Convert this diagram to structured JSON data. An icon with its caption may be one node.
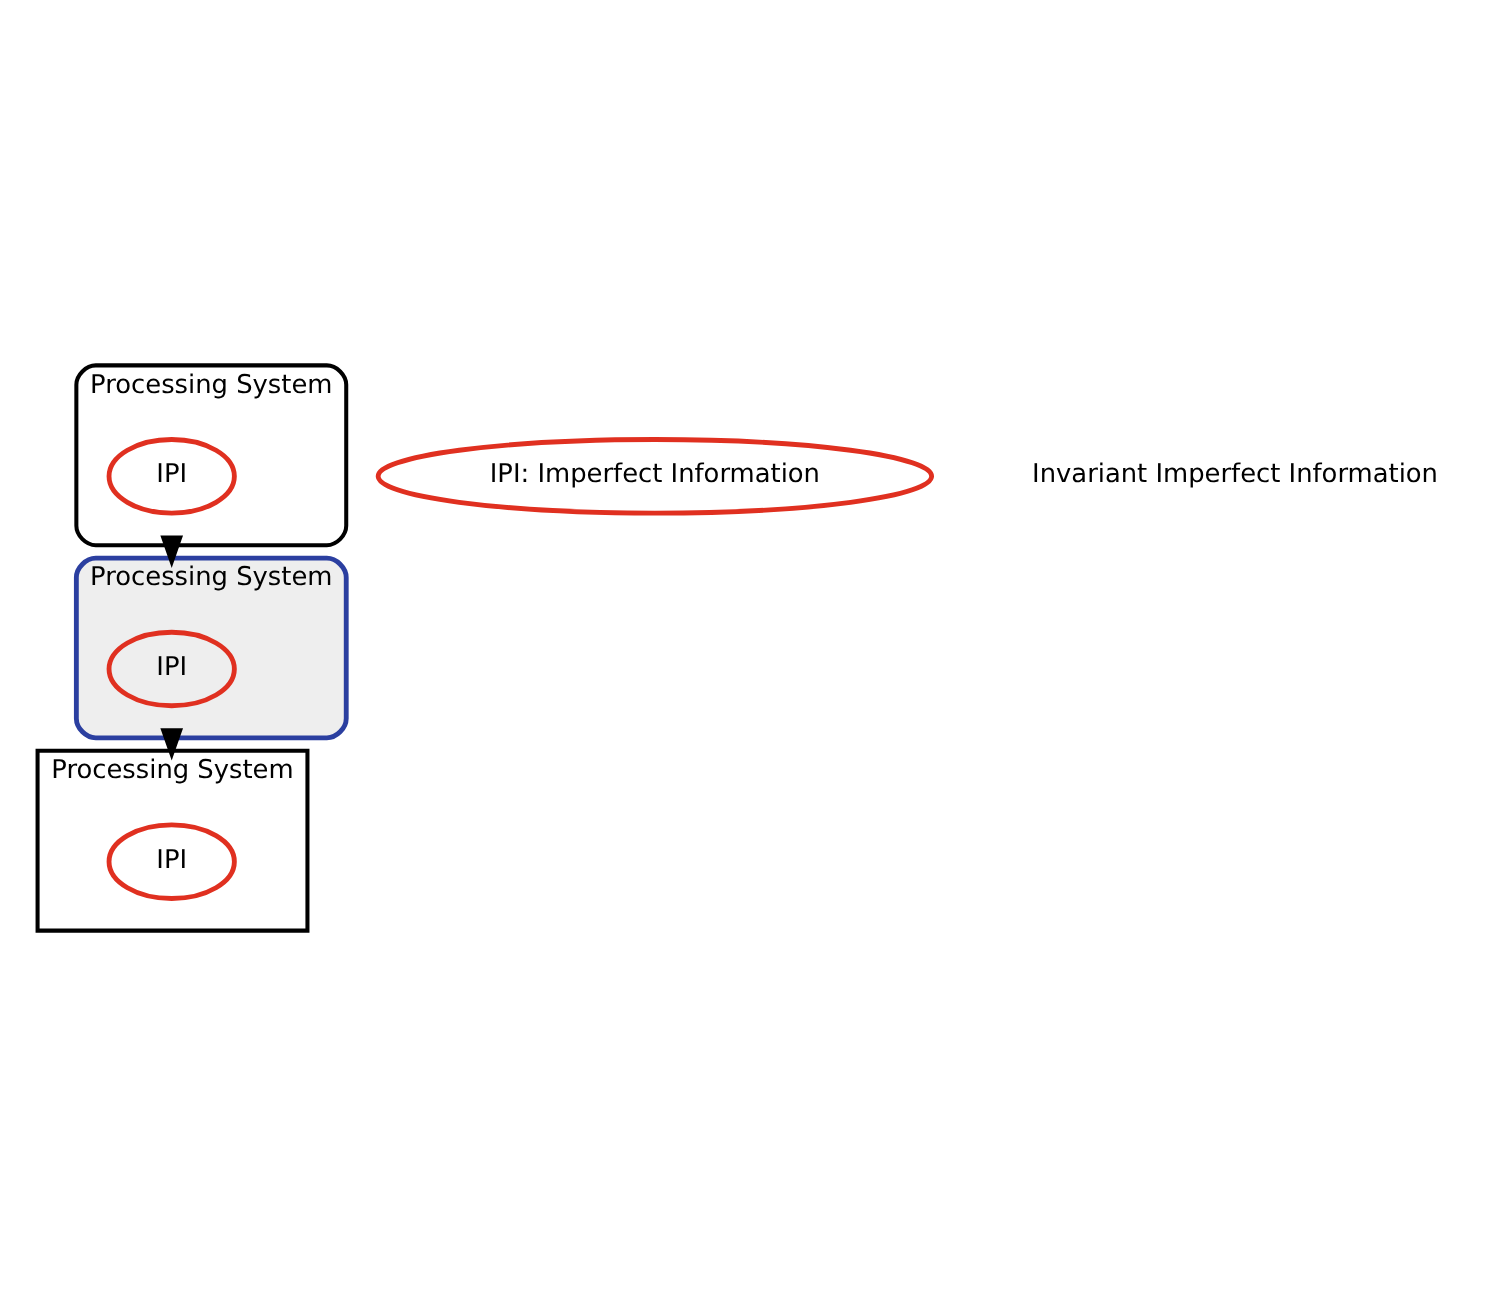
{
  "diagram": {
    "nodes": [
      {
        "text": [
          "Processing System"
        ]
      },
      {
        "text": [
          "IPI"
        ],
        "in": 0
      },
      {
        "text": [
          "Processing System"
        ]
      },
      {
        "text": [
          "IPI"
        ],
        "in": 2
      },
      {
        "text": [
          "Processing System"
        ]
      },
      {
        "text": [
          "IPI"
        ],
        "in": 4
      },
      {
        "text": [
          "IPI: Imperfect Information"
        ]
      }
    ],
    "edges": [
      {
        "from": 0,
        "to": 2,
        "arrow": "to"
      },
      {
        "from": 2,
        "to": 4,
        "arrow": "to"
      }
    ],
    "labels": [
      "Invariant Imperfect Information"
    ]
  }
}
